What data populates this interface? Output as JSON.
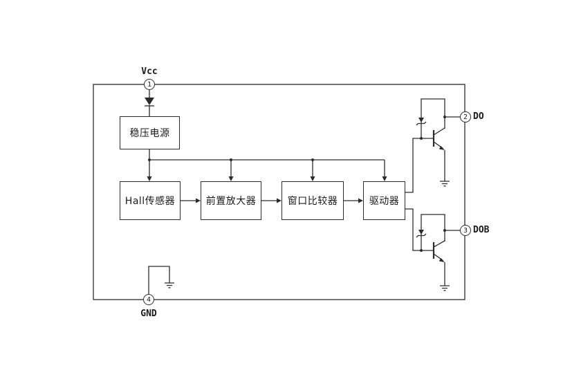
{
  "blocks": [
    {
      "label": "稳压电源"
    },
    {
      "label": "Hall传感器"
    },
    {
      "label": "前置放大器"
    },
    {
      "label": "窗口比较器"
    },
    {
      "label": "驱动器"
    }
  ],
  "pins": [
    {
      "number": "1",
      "label": "Vcc"
    },
    {
      "number": "2",
      "label": "DO"
    },
    {
      "number": "3",
      "label": "DOB"
    },
    {
      "number": "4",
      "label": "GND"
    }
  ],
  "colors": {
    "line": "#2a2a2a",
    "background": "#ffffff",
    "text": "#1a1a1a"
  }
}
